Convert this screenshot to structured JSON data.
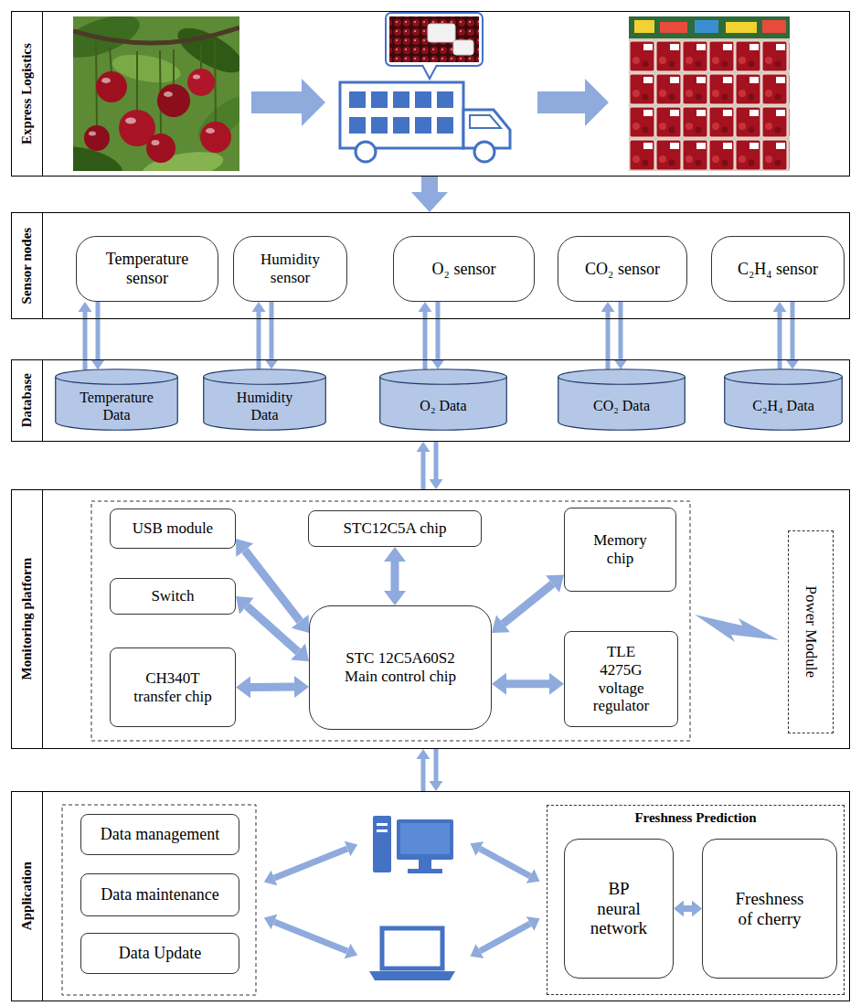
{
  "diagram": {
    "nodes": [
      {
        "text": [
          "Express Logistics"
        ]
      },
      {
        "text": [
          "Sensor nodes"
        ]
      },
      {
        "text": [
          "Temperature sensor"
        ],
        "in": 1
      },
      {
        "text": [
          "Humidity sensor"
        ],
        "in": 1
      },
      {
        "text": [
          "O₂ sensor"
        ],
        "in": 1
      },
      {
        "text": [
          "CO₂ sensor"
        ],
        "in": 1
      },
      {
        "text": [
          "C₂H₄ sensor"
        ],
        "in": 1
      },
      {
        "text": [
          "Database"
        ]
      },
      {
        "text": [
          "Temperature Data"
        ],
        "in": 7
      },
      {
        "text": [
          "Humidity Data"
        ],
        "in": 7
      },
      {
        "text": [
          "O₂ Data"
        ],
        "in": 7
      },
      {
        "text": [
          "CO₂ Data"
        ],
        "in": 7
      },
      {
        "text": [
          "C₂H₄ Data"
        ],
        "in": 7
      },
      {
        "text": [
          "Monitoring platform"
        ]
      },
      {
        "text": [
          "USB module"
        ],
        "in": 13
      },
      {
        "text": [
          "STC12C5A chip"
        ],
        "in": 13
      },
      {
        "text": [
          "Memory chip"
        ],
        "in": 13
      },
      {
        "text": [
          "Switch"
        ],
        "in": 13
      },
      {
        "text": [
          "STC 12C5A60S2 Main control chip"
        ],
        "in": 13
      },
      {
        "text": [
          "CH340T transfer chip"
        ],
        "in": 13
      },
      {
        "text": [
          "TLE 4275G voltage regulator"
        ],
        "in": 13
      },
      {
        "text": [
          "Power Module"
        ],
        "in": 13
      },
      {
        "text": [
          "Application"
        ]
      },
      {
        "text": [
          "Data management"
        ],
        "in": 22
      },
      {
        "text": [
          "Data maintenance"
        ],
        "in": 22
      },
      {
        "text": [
          "Data Update"
        ],
        "in": 22
      },
      {
        "text": [
          "Freshness Prediction"
        ],
        "in": 22
      },
      {
        "text": [
          "BP neural network"
        ],
        "in": 26
      },
      {
        "text": [
          "Freshness of cherry"
        ],
        "in": 26
      }
    ],
    "edges": [
      {
        "from": 0,
        "to": 1,
        "arrow": "to"
      },
      {
        "from": 2,
        "to": 8,
        "arrow": "both"
      },
      {
        "from": 3,
        "to": 9,
        "arrow": "both"
      },
      {
        "from": 4,
        "to": 10,
        "arrow": "both"
      },
      {
        "from": 5,
        "to": 11,
        "arrow": "both"
      },
      {
        "from": 6,
        "to": 12,
        "arrow": "both"
      },
      {
        "from": 7,
        "to": 13,
        "arrow": "both"
      },
      {
        "from": 14,
        "to": 18,
        "arrow": "both"
      },
      {
        "from": 15,
        "to": 18,
        "arrow": "both"
      },
      {
        "from": 16,
        "to": 18,
        "arrow": "both"
      },
      {
        "from": 17,
        "to": 18,
        "arrow": "both"
      },
      {
        "from": 19,
        "to": 18,
        "arrow": "both"
      },
      {
        "from": 20,
        "to": 18,
        "arrow": "both"
      },
      {
        "from": 13,
        "to": 22,
        "arrow": "both"
      },
      {
        "from": 27,
        "to": 28,
        "arrow": "both"
      }
    ]
  }
}
